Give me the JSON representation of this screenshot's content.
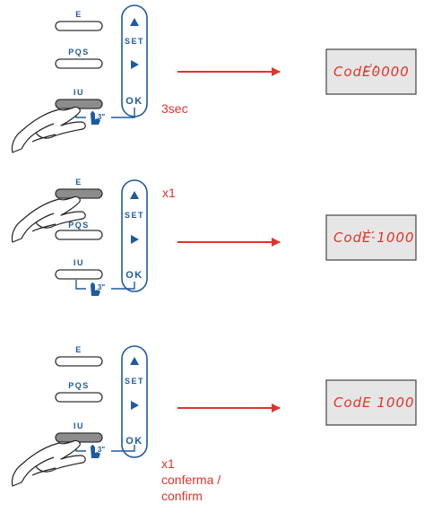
{
  "buttons": {
    "e_label": "E",
    "pqs_label": "PQS",
    "iu_label": "IU"
  },
  "panel": {
    "set_label": "SET",
    "ok_label": "OK",
    "hold_time": "3\""
  },
  "steps": [
    {
      "caption_lines": [
        "3sec"
      ],
      "display_text": "CodE0000",
      "blink_digit": 1,
      "pressed_button": "IU"
    },
    {
      "caption_lines": [
        "x1"
      ],
      "display_text": "CodE 1000",
      "blink_digit": 1,
      "pressed_button": "E"
    },
    {
      "caption_lines": [
        "x1",
        "conferma /",
        "confirm"
      ],
      "display_text": "CodE 1000",
      "blink_digit": null,
      "pressed_button": "IU"
    }
  ],
  "colors": {
    "accent_red": "#e0342a",
    "panel_blue": "#1e5aa0",
    "lcd_background": "#e6e6e6",
    "pressed_button": "#8c8c8c"
  }
}
